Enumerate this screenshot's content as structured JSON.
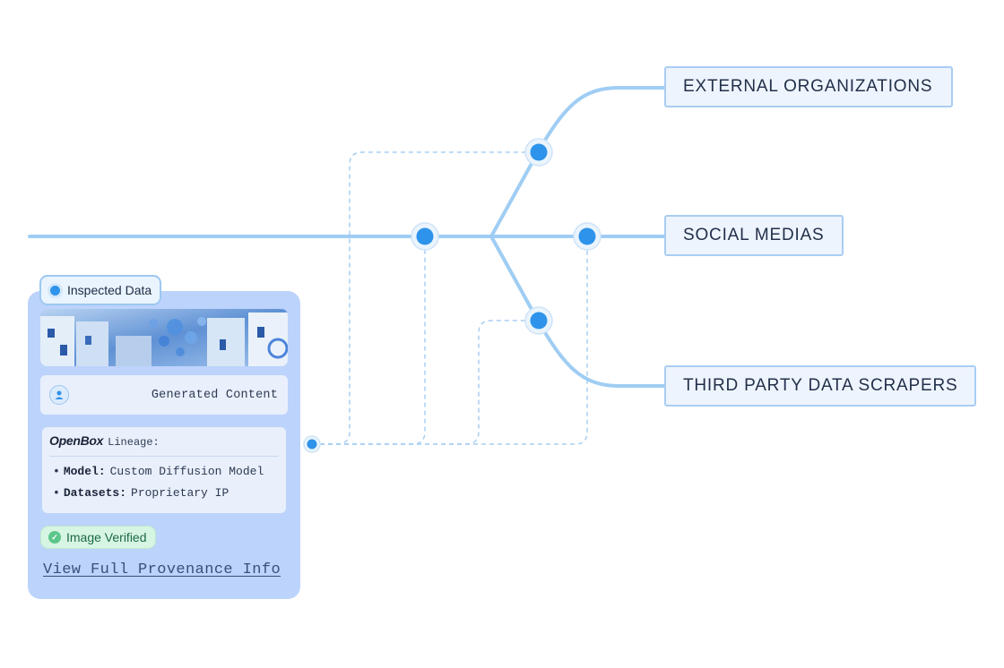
{
  "targets": [
    {
      "label": "EXTERNAL ORGANIZATIONS"
    },
    {
      "label": "SOCIAL MEDIAS"
    },
    {
      "label": "THIRD PARTY DATA SCRAPERS"
    }
  ],
  "card": {
    "tag": "Inspected Data",
    "content_type": "Generated Content",
    "lineage": {
      "brand": "OpenBox",
      "label": "Lineage:",
      "items": [
        {
          "key": "Model:",
          "value": "Custom Diffusion Model"
        },
        {
          "key": "Datasets:",
          "value": "Proprietary IP"
        }
      ]
    },
    "verified": "Image Verified",
    "link": "View Full Provenance Info"
  },
  "colors": {
    "line": "#9fcdf3",
    "node": "#2e93ea",
    "card_bg": "#bcd3fb",
    "verified": "#5cc68b"
  },
  "icons": [
    "user-icon",
    "check-icon"
  ]
}
